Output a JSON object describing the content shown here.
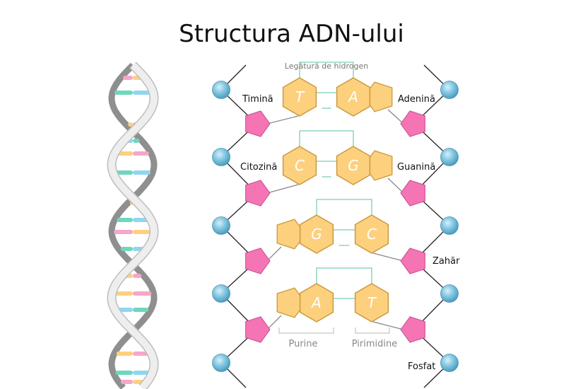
{
  "title": "Structura ADN-ului",
  "labels": {
    "hydrogen_bond": "Legătură de hidrogen",
    "thymine": "Timină",
    "adenine": "Adenină",
    "cytosine": "Citozină",
    "guanine": "Guanină",
    "sugar": "Zahăr",
    "phosphate": "Fosfat",
    "purines": "Purine",
    "pyrimidines": "Pirimidine"
  },
  "base_pairs": [
    {
      "left": "T",
      "right": "A",
      "left_type": "pyrimidine",
      "right_type": "purine"
    },
    {
      "left": "C",
      "right": "G",
      "left_type": "pyrimidine",
      "right_type": "purine"
    },
    {
      "left": "G",
      "right": "C",
      "left_type": "purine",
      "right_type": "pyrimidine"
    },
    {
      "left": "A",
      "right": "T",
      "left_type": "purine",
      "right_type": "pyrimidine"
    }
  ],
  "colors": {
    "phosphate": "#7bbfdc",
    "sugar": "#f474b4",
    "base": "#fdd07e",
    "hbond": "#7ccfb0",
    "backbone": "#222222"
  }
}
